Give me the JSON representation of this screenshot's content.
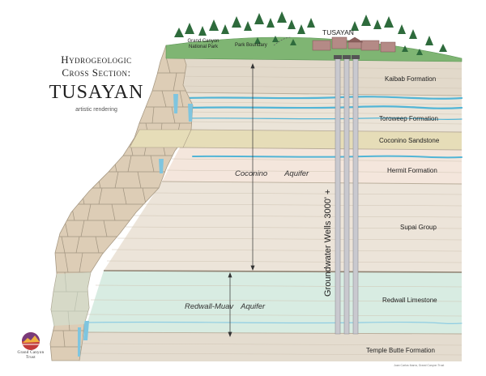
{
  "title": {
    "line1": "Hydrogeologic",
    "line2": "Cross Section:",
    "main": "TUSAYAN",
    "subtitle": "artistic rendering"
  },
  "surface_labels": {
    "park_line1": "Grand Canyon",
    "park_line2": "National Park",
    "boundary": "Park Boundary",
    "town": "TUSAYAN"
  },
  "formations": [
    "Kaibab Formation",
    "Toroweep Formation",
    "Coconino Sandstone",
    "Hermit Formation",
    "Supai Group",
    "Redwall Limestone",
    "Temple Butte Formation"
  ],
  "aquifers": {
    "coconino_name": "Coconino",
    "coconino_word": "Aquifer",
    "redwall_name": "Redwall-Muav",
    "redwall_word": "Aquifer"
  },
  "wells_label": "Groundwater Wells 3000' +",
  "logo": {
    "line1": "Grand Canyon",
    "line2": "Trust"
  },
  "credit": "Juan Carlos Ibarra, Grand Canyon Trust",
  "colors": {
    "grass": "#7fb573",
    "tree": "#2e6b3c",
    "water": "#52b5d6",
    "cliff": "#ddcdb6",
    "coconino_band": "#e6ddb8",
    "redwall_zone": "#c9e6dc",
    "well": "#c9c9cf",
    "buildings": "#b48a86"
  }
}
